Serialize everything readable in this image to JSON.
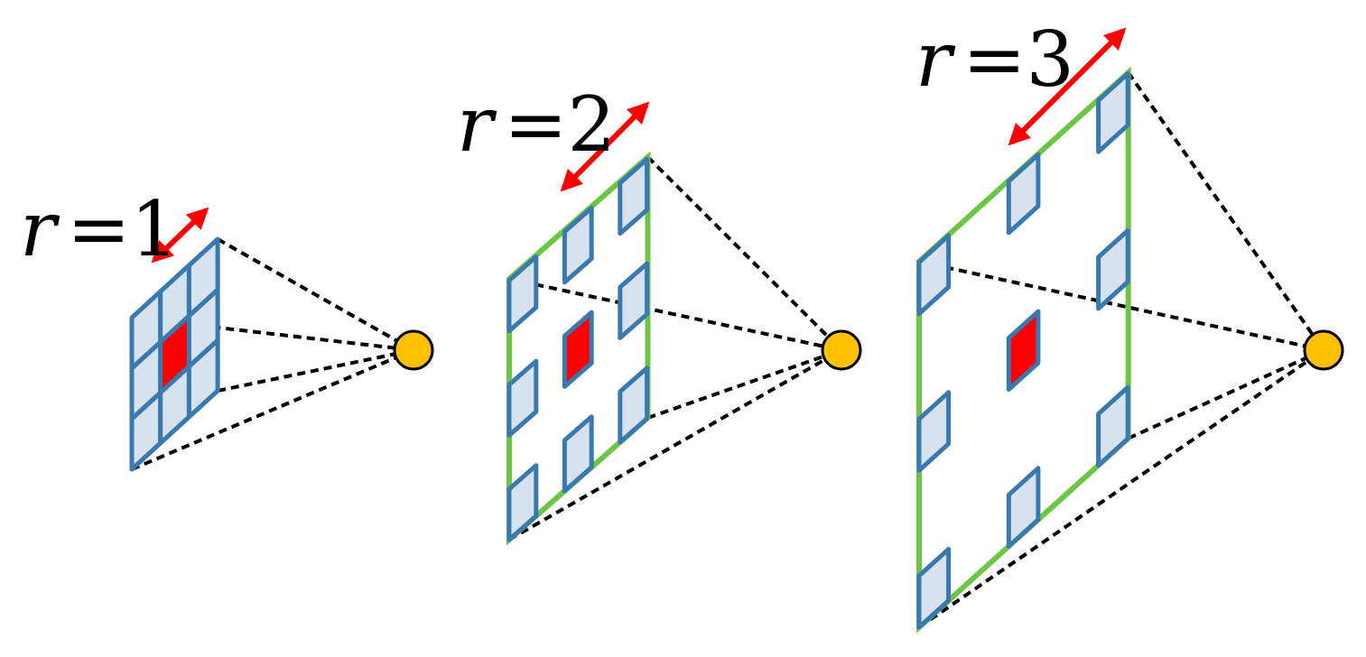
{
  "colors": {
    "cell_fill": "#d6e2ee",
    "cell_stroke": "#3a78b0",
    "center_fill": "#ff0000",
    "frame": "#6cc644",
    "projection_line": "#000000",
    "arrow": "#ff0000",
    "output_node_fill": "#ffc000",
    "output_node_stroke": "#000000"
  },
  "panels": [
    {
      "id": "r1",
      "variable": "r",
      "equals": "=",
      "value": "1",
      "dilation": 1
    },
    {
      "id": "r2",
      "variable": "r",
      "equals": "=",
      "value": "2",
      "dilation": 2
    },
    {
      "id": "r3",
      "variable": "r",
      "equals": "=",
      "value": "3",
      "dilation": 3
    }
  ]
}
